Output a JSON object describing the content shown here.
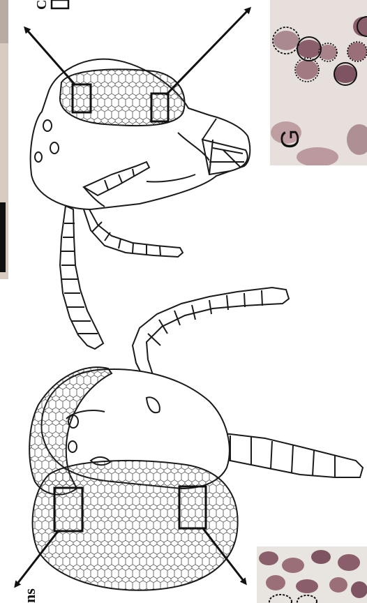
{
  "panel_labels": {
    "G": "G",
    "ns": "ns",
    "C": "C"
  },
  "colors": {
    "outline": "#1a1a1a",
    "micro_bg": "#e8e2df",
    "cell_fill": "#9a6f78",
    "hatch_bg": "#ffffff"
  }
}
